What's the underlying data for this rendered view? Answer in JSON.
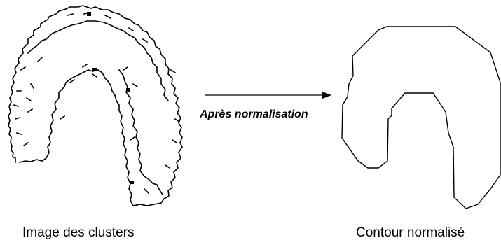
{
  "left_panel": {
    "caption": "Image des clusters"
  },
  "right_panel": {
    "caption": "Contour normalisé"
  },
  "arrow": {
    "label": "Après normalisation"
  },
  "colors": {
    "stroke": "#000000",
    "background": "#ffffff"
  }
}
